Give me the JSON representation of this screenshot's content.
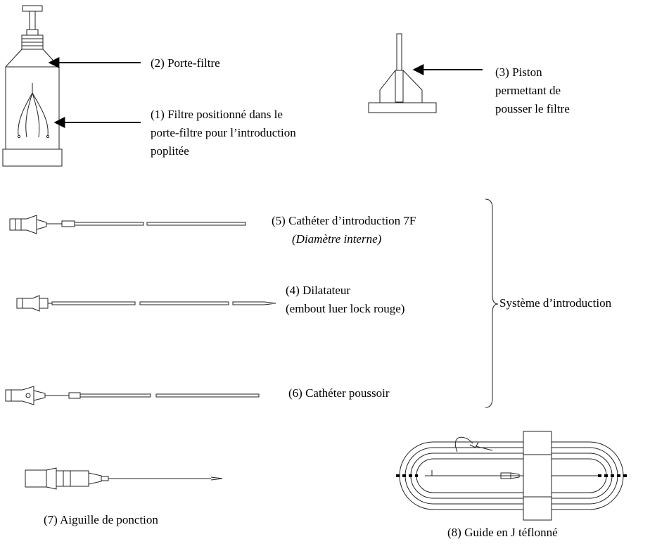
{
  "labels": {
    "porte_filtre": "(2) Porte-filtre",
    "piston": [
      "(3) Piston",
      "permettant de",
      "pousser le filtre"
    ],
    "filtre": [
      "(1) Filtre positionné dans le",
      "porte-filtre pour l’introduction",
      "poplitée"
    ],
    "catheter_introduction": "(5) Cathéter d’introduction 7F",
    "catheter_introduction_note": "(Diamètre interne)",
    "dilatateur": [
      "(4) Dilatateur",
      "(embout luer lock rouge)"
    ],
    "catheter_poussoir": "(6) Cathéter poussoir",
    "systeme": "Système d’introduction",
    "aiguille": "(7) Aiguille de ponction",
    "guide": "(8) Guide en J téflonné"
  }
}
